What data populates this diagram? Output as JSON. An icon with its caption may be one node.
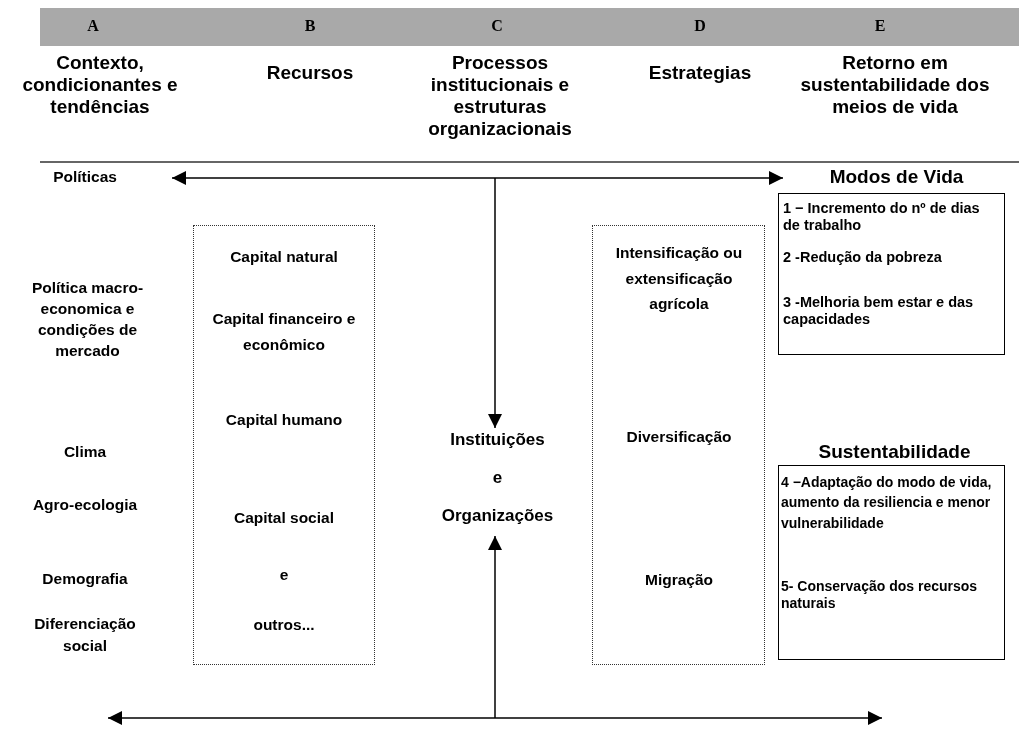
{
  "diagram": {
    "nodes": [
      {
        "text": [
          "Políticas"
        ]
      },
      {
        "text": [
          "Modos de Vida",
          "1 − Incremento do nº de dias de trabalho",
          "2 -Redução da pobreza",
          "3 -Melhoria bem estar e das capacidades"
        ]
      },
      {
        "text": [
          "Capital  natural",
          "Capital financeiro e econômico",
          "Capital humano",
          "Capital social",
          "e",
          "outros..."
        ]
      },
      {
        "text": [
          "Instituições",
          "e",
          "Organizações"
        ]
      },
      {
        "text": [
          "Intensificação ou extensificação agrícola",
          "Diversificação",
          "Migração"
        ]
      },
      {
        "text": [
          "Sustentabilidade",
          "4 −Adaptação do modo de vida, aumento da resiliencia e menor vulnerabilidade",
          "5- Conservação dos recursos naturais"
        ]
      }
    ],
    "edges": [
      {
        "from": 0,
        "to": 1,
        "arrow": "both"
      },
      {
        "from": null,
        "to": 3,
        "arrow": "to"
      },
      {
        "from": null,
        "to": 3,
        "arrow": "to"
      }
    ],
    "labels": [
      "A",
      "B",
      "C",
      "D",
      "E",
      "Contexto, condicionantes e tendências",
      "Recursos",
      "Processos institucionais e estruturas organizacionais",
      "Estrategias",
      "Retorno em sustentabilidade dos meios de vida",
      "Política macro-economica e condições de mercado",
      "Clima",
      "Agro-ecologia",
      "Demografia",
      "Diferenciação social"
    ]
  }
}
